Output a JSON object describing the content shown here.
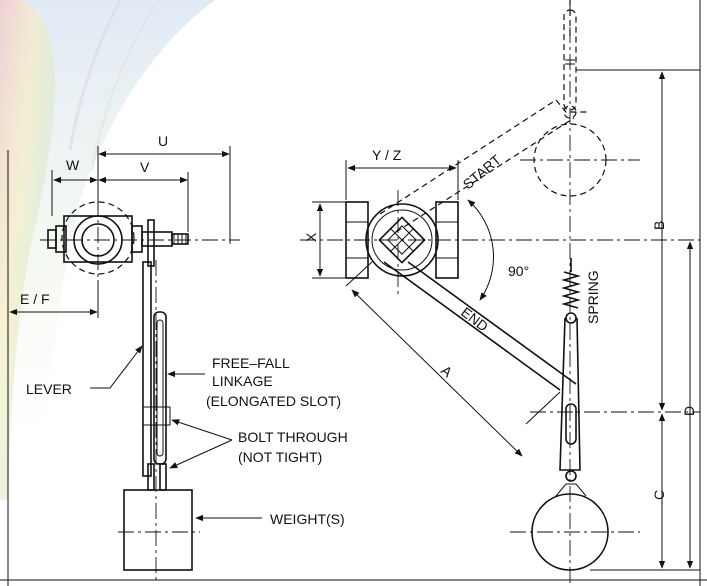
{
  "labels": {
    "u": "U",
    "w": "W",
    "v": "V",
    "ef": "E / F",
    "yz": "Y / Z",
    "x": "X",
    "start": "START",
    "end": "END",
    "angle": "90°",
    "a": "A",
    "b": "B",
    "c": "C",
    "d": "D",
    "spring": "SPRING",
    "lever": "LEVER",
    "linkage1": "FREE–FALL",
    "linkage2": "LINKAGE",
    "linkage3": "(ELONGATED SLOT)",
    "bolt1": "BOLT THROUGH",
    "bolt2": "(NOT TIGHT)",
    "weights": "WEIGHT(S)"
  },
  "colors": {
    "ink": "#111111",
    "background": "#ffffff"
  }
}
